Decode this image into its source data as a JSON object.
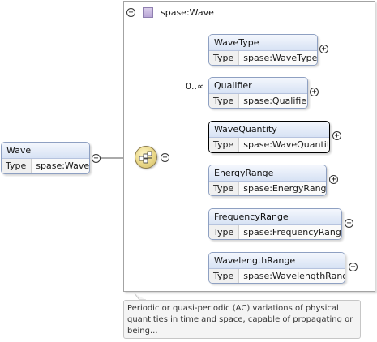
{
  "root": {
    "name": "Wave",
    "type_label": "Type",
    "type_value": "spase:Wave"
  },
  "complex_type": {
    "title": "spase:Wave"
  },
  "children": [
    {
      "name": "WaveType",
      "type_label": "Type",
      "type_value": "spase:WaveType",
      "occurs": ""
    },
    {
      "name": "Qualifier",
      "type_label": "Type",
      "type_value": "spase:Qualifier",
      "occurs": "0..∞"
    },
    {
      "name": "WaveQuantity",
      "type_label": "Type",
      "type_value": "spase:WaveQuantity",
      "occurs": ""
    },
    {
      "name": "EnergyRange",
      "type_label": "Type",
      "type_value": "spase:EnergyRange",
      "occurs": ""
    },
    {
      "name": "FrequencyRange",
      "type_label": "Type",
      "type_value": "spase:FrequencyRange",
      "occurs": ""
    },
    {
      "name": "WavelengthRange",
      "type_label": "Type",
      "type_value": "spase:WavelengthRange",
      "occurs": ""
    }
  ],
  "documentation": "Periodic or quasi-periodic (AC) variations of physical quantities in time and space, capable of propagating or being...",
  "icons": {
    "collapse": "minus-circle",
    "expand": "plus-circle",
    "sequence": "sequence-compositor",
    "type_swatch": "complex-type-swatch"
  },
  "colors": {
    "element_border": "#8ea0c2",
    "element_header": "#d7e2f4",
    "sequence": "#e9d788",
    "type_swatch": "#b9a6d6"
  }
}
